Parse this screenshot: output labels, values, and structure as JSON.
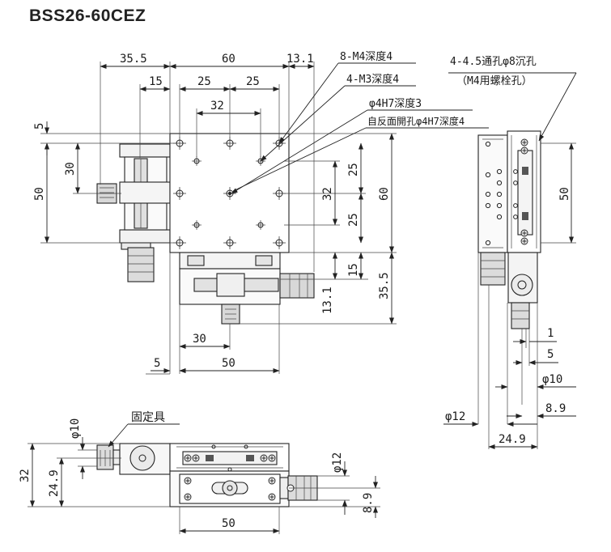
{
  "title": "BSS26-60CEZ",
  "top_view": {
    "dims_top": [
      "35.5",
      "60",
      "13.1",
      "15",
      "25",
      "25",
      "32"
    ],
    "dims_left": [
      "5",
      "30",
      "50"
    ],
    "dims_right": [
      "32",
      "25",
      "25",
      "60",
      "15",
      "35.5",
      "13.1"
    ],
    "dims_bottom": [
      "30",
      "5",
      "50"
    ],
    "notes": [
      "8-M4深度4",
      "4-M3深度4",
      "φ4H7深度3",
      "自反面開孔φ4H7深度4"
    ]
  },
  "side_view": {
    "notes": [
      "4-4.5通孔φ8沉孔",
      "（M4用螺栓孔）"
    ],
    "dims": [
      "50",
      "1",
      "5",
      "φ10",
      "8.9",
      "φ12",
      "24.9"
    ]
  },
  "front_view": {
    "label": "固定具",
    "dims": [
      "φ10",
      "32",
      "24.9",
      "φ12",
      "8.9",
      "50"
    ]
  }
}
